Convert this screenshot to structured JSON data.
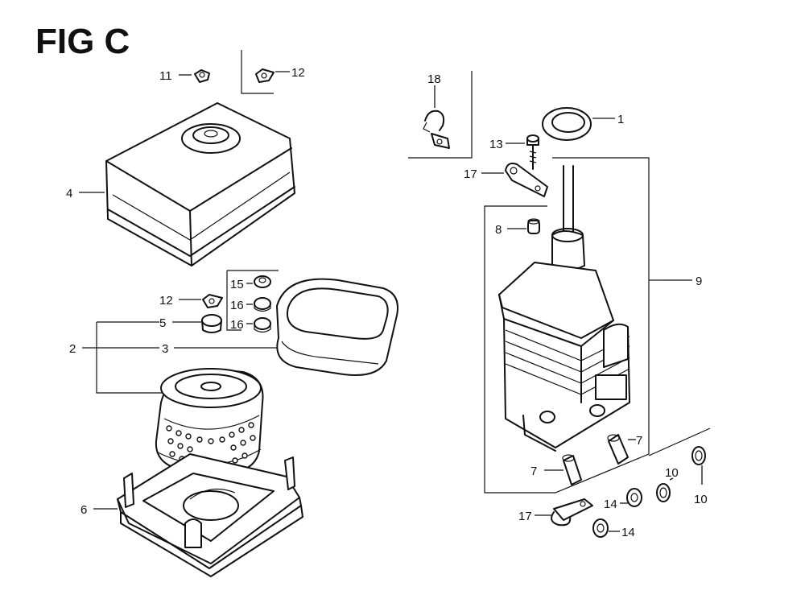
{
  "figure": {
    "title": "FIG C"
  },
  "callouts": {
    "c1": "1",
    "c2": "2",
    "c3": "3",
    "c4": "4",
    "c5": "5",
    "c6": "6",
    "c7a": "7",
    "c7b": "7",
    "c8": "8",
    "c9": "9",
    "c10a": "10",
    "c10b": "10",
    "c11": "11",
    "c12a": "12",
    "c12b": "12",
    "c13": "13",
    "c14a": "14",
    "c14b": "14",
    "c15": "15",
    "c16a": "16",
    "c16b": "16",
    "c17a": "17",
    "c17b": "17",
    "c18": "18"
  },
  "colors": {
    "line": "#111111",
    "paper": "#ffffff"
  }
}
